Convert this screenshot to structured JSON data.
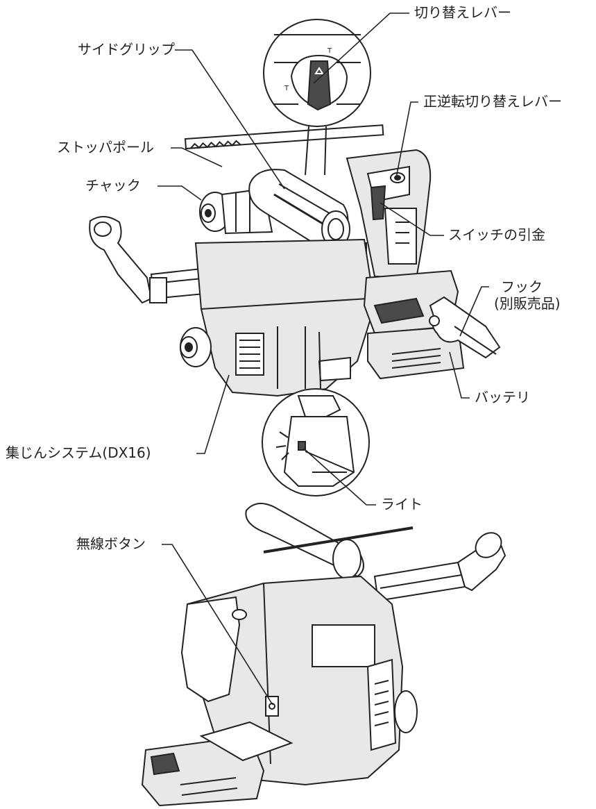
{
  "labels": {
    "mode_lever": "切り替えレバー",
    "side_grip": "サイドグリップ",
    "reverse_lever": "正逆転切り替えレバー",
    "stopper_pole": "ストッパポール",
    "chuck": "チャック",
    "trigger": "スイッチの引金",
    "hook_line1": "フック",
    "hook_line2": "(別販売品)",
    "battery": "バッテリ",
    "dust_system": "集じんシステム(DX16)",
    "light": "ライト",
    "wireless_button": "無線ボタン"
  },
  "colors": {
    "line": "#222222",
    "body_fill": "#e8e8e8",
    "dark_fill": "#4a4a4a"
  }
}
